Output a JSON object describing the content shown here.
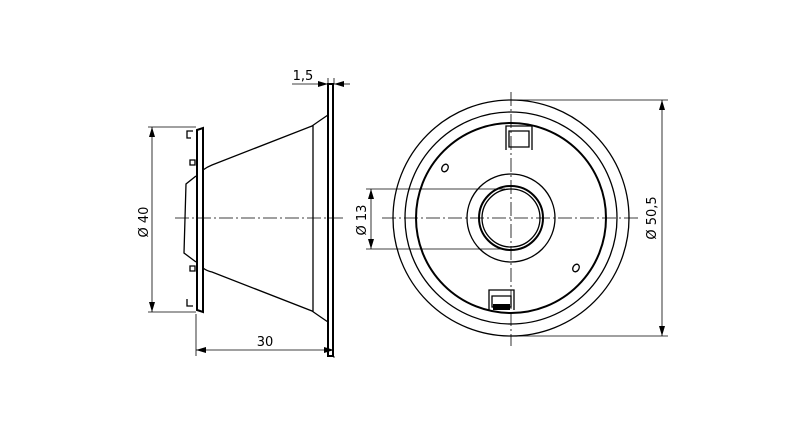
{
  "drawing": {
    "side_view": {
      "flange_thickness_label": "1,5",
      "diameter_label": "Ø 40",
      "length_label": "30"
    },
    "front_view": {
      "inner_diameter_label": "Ø 13",
      "outer_diameter_label": "Ø 50,5"
    },
    "line_color": "#000000",
    "background_color": "#ffffff"
  }
}
